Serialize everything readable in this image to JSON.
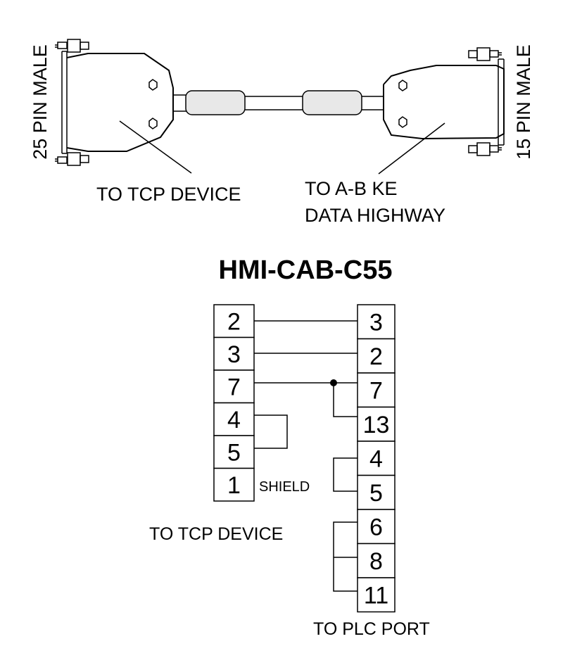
{
  "cable": {
    "left_connector_label": "25 PIN MALE",
    "right_connector_label": "15 PIN MALE",
    "left_callout": "TO TCP DEVICE",
    "right_callout_line1": "TO A-B KE",
    "right_callout_line2": "DATA HIGHWAY"
  },
  "title": "HMI-CAB-C55",
  "left_pins": [
    "2",
    "3",
    "7",
    "4",
    "5",
    "1"
  ],
  "right_pins": [
    "3",
    "2",
    "7",
    "13",
    "4",
    "5",
    "6",
    "8",
    "11"
  ],
  "shield_label": "SHIELD",
  "left_caption": "TO TCP DEVICE",
  "right_caption": "TO PLC PORT",
  "colors": {
    "line": "#000000",
    "sleeve": "#e8e8e8",
    "background": "#ffffff"
  }
}
